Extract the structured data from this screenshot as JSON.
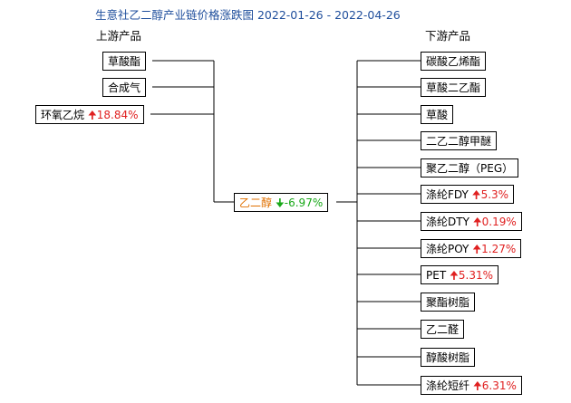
{
  "title": "生意社乙二醇产业链价格涨跌图 2022-01-26 - 2022-04-26",
  "upstream_label": "上游产品",
  "downstream_label": "下游产品",
  "upstream": [
    {
      "name": "草酸酯",
      "change": ""
    },
    {
      "name": "合成气",
      "change": ""
    },
    {
      "name": "环氧乙烷",
      "change": "18.84%",
      "dir": "up"
    }
  ],
  "center": {
    "name": "乙二醇",
    "change": "-6.97%",
    "dir": "down"
  },
  "downstream": [
    {
      "name": "碳酸乙烯酯",
      "change": ""
    },
    {
      "name": "草酸二乙酯",
      "change": ""
    },
    {
      "name": "草酸",
      "change": ""
    },
    {
      "name": "二乙二醇甲醚",
      "change": ""
    },
    {
      "name": "聚乙二醇（PEG）",
      "change": ""
    },
    {
      "name": "涤纶FDY",
      "change": "5.3%",
      "dir": "up"
    },
    {
      "name": "涤纶DTY",
      "change": "0.19%",
      "dir": "up"
    },
    {
      "name": "涤纶POY",
      "change": "1.27%",
      "dir": "up"
    },
    {
      "name": "PET",
      "change": "5.31%",
      "dir": "up"
    },
    {
      "name": "聚酯树脂",
      "change": ""
    },
    {
      "name": "乙二醛",
      "change": ""
    },
    {
      "name": "醇酸树脂",
      "change": ""
    },
    {
      "name": "涤纶短纤",
      "change": "6.31%",
      "dir": "up"
    }
  ],
  "icons": {
    "up": "arrow-up-icon",
    "down": "arrow-down-icon"
  },
  "colors": {
    "title": "#1f4e9c",
    "up": "#e02020",
    "down": "#18a818",
    "center": "#e07000"
  }
}
